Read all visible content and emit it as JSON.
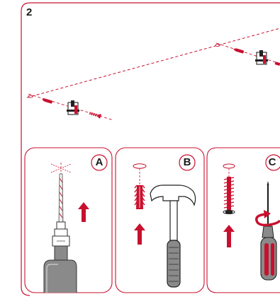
{
  "step": {
    "number": "2"
  },
  "panels": [
    {
      "letter": "A",
      "tool": "drill",
      "action": "drill-hole"
    },
    {
      "letter": "B",
      "tool": "hammer",
      "action": "insert-wall-plug"
    },
    {
      "letter": "C",
      "tool": "screwdriver",
      "action": "drive-screw"
    }
  ],
  "colors": {
    "accent": "#c8102e",
    "ink": "#222222",
    "outline": "#444444",
    "grey": "#8a8a8a"
  },
  "icons": [
    "drill-icon",
    "hammer-icon",
    "screwdriver-icon",
    "wall-plug-icon",
    "screw-icon",
    "bracket-icon",
    "arrow-up-icon",
    "rotate-arrow-icon"
  ]
}
